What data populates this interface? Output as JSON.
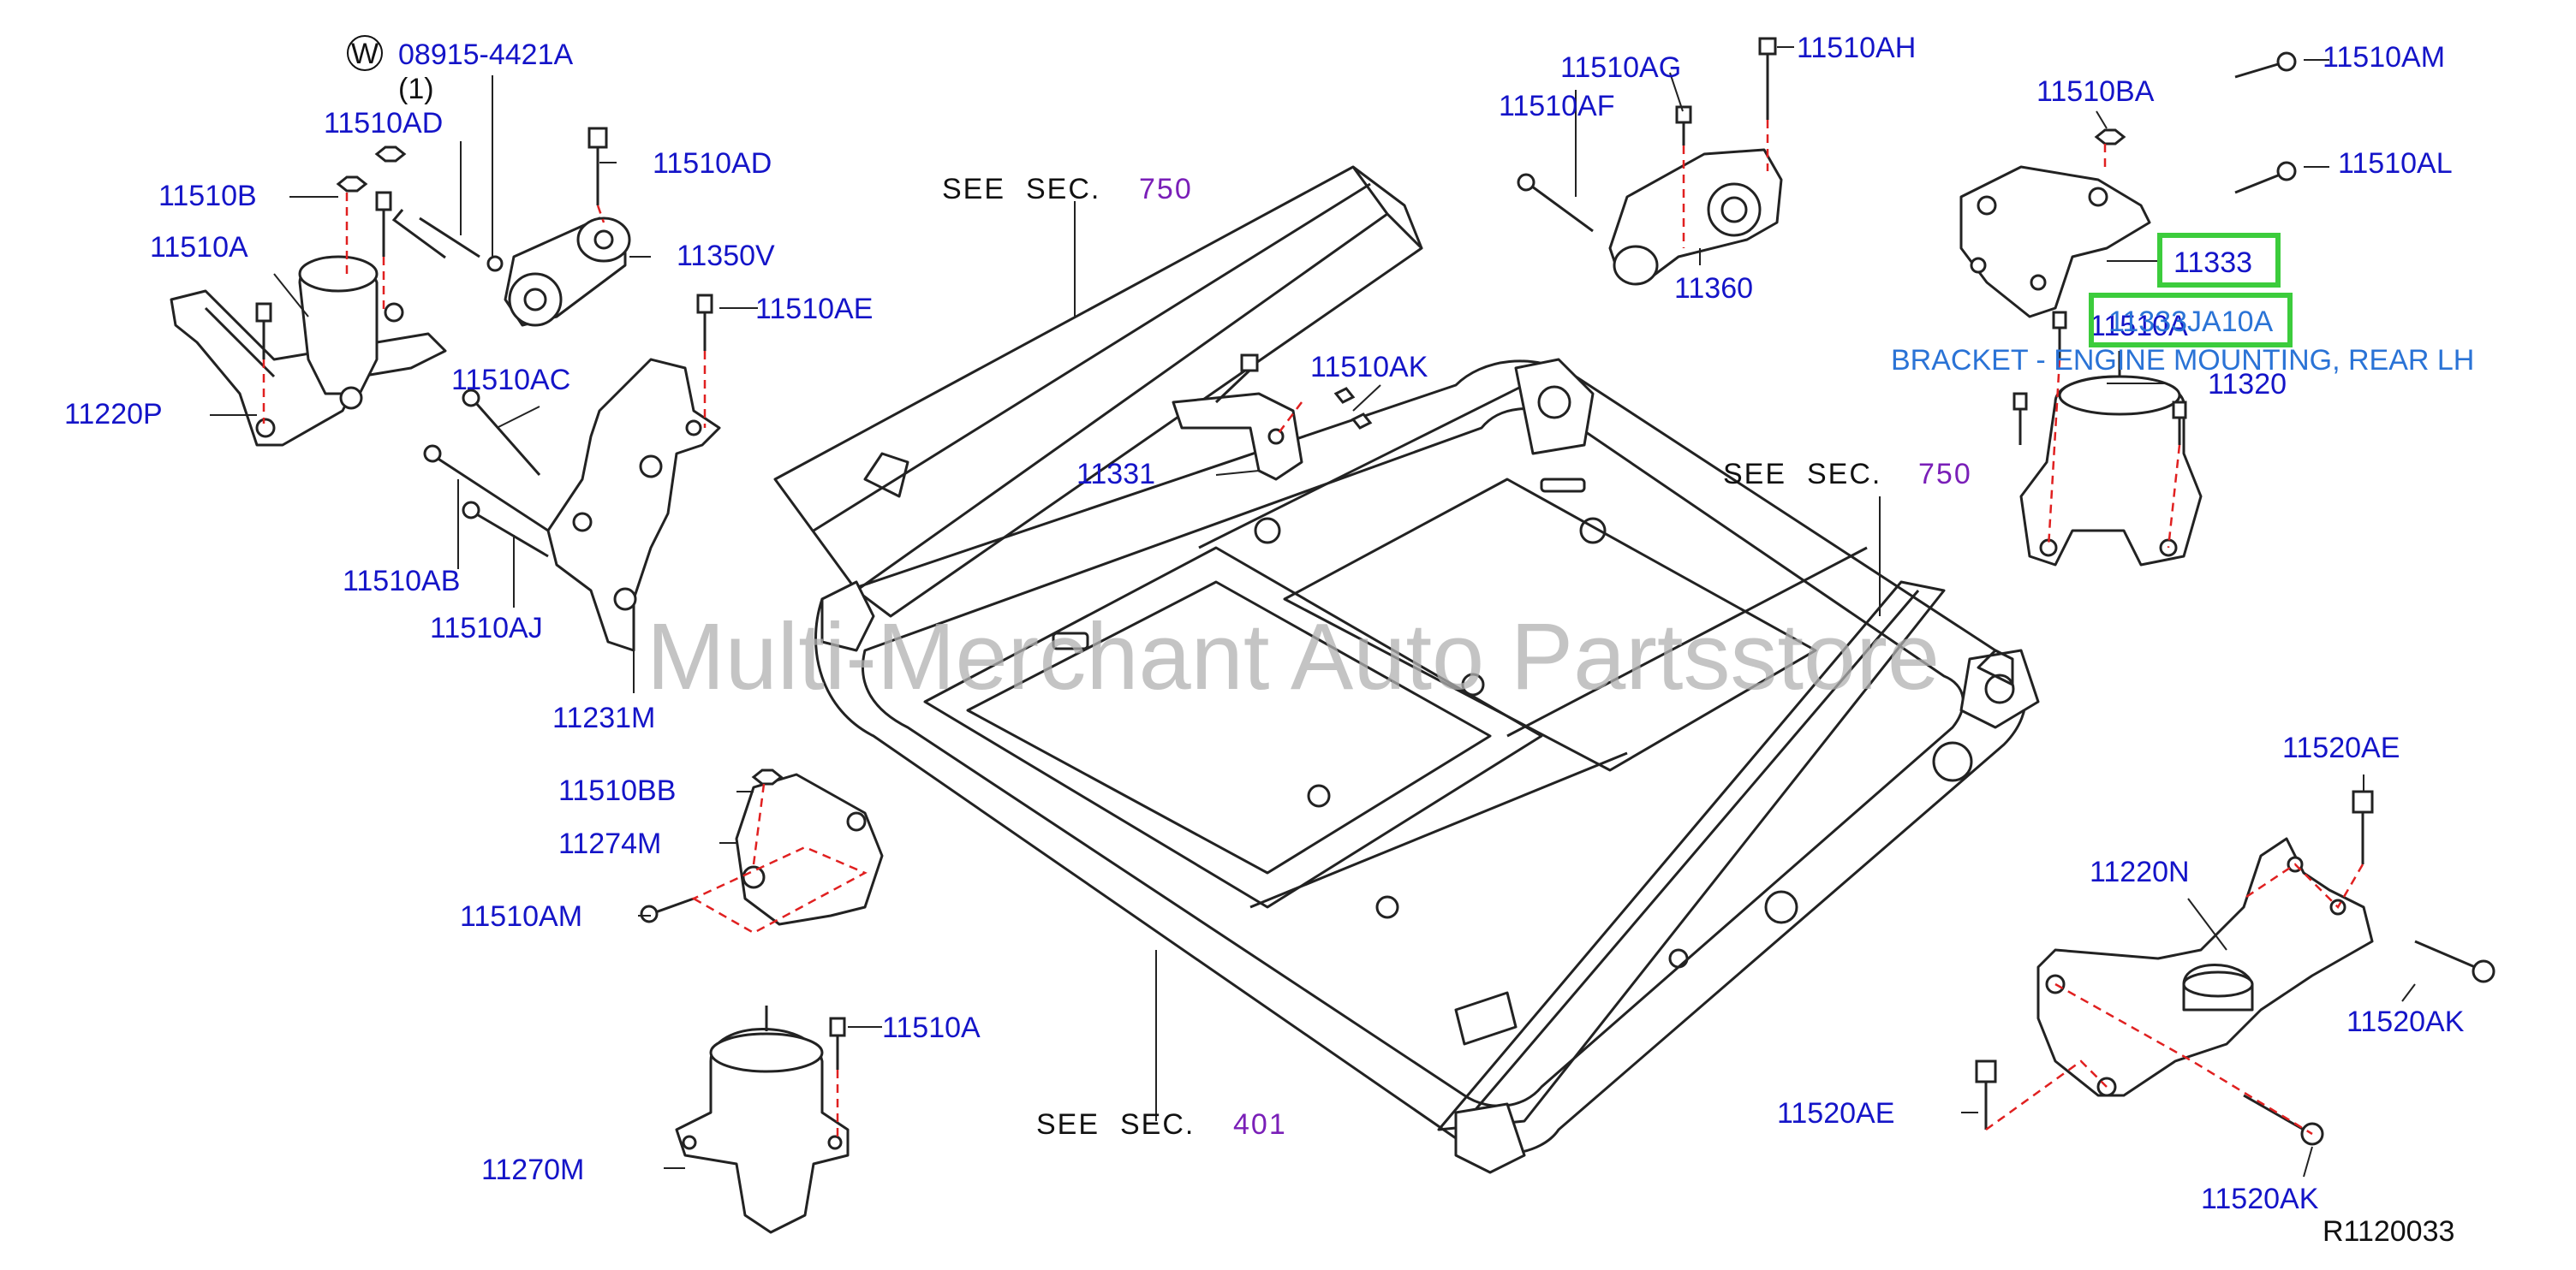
{
  "colors": {
    "label": "#1414c8",
    "section_number": "#7a1fb8",
    "text_black": "#111111",
    "callout_blue": "#2a73d6",
    "highlight": "#3ccc3c",
    "dashed": "#e02020",
    "line": "#222222",
    "watermark": "#b0b0b0"
  },
  "labels": {
    "p08915": "08915-4421A",
    "p08915_qty": "(1)",
    "washer_symbol": "W",
    "p11510AD_top": "11510AD",
    "p11510AD_right": "11510AD",
    "p11510B": "11510B",
    "p11510A_left": "11510A",
    "p11220P": "11220P",
    "p11350V": "11350V",
    "p11510AE": "11510AE",
    "p11510AC": "11510AC",
    "p11510AB": "11510AB",
    "p11510AJ": "11510AJ",
    "p11231M": "11231M",
    "p11510BB": "11510BB",
    "p11274M": "11274M",
    "p11510AM_left": "11510AM",
    "p11510A_bottom": "11510A",
    "p11270M": "11270M",
    "p11510AK": "11510AK",
    "p11331": "11331",
    "p11510AG": "11510AG",
    "p11510AF": "11510AF",
    "p11510AH": "11510AH",
    "p11360": "11360",
    "p11510BA": "11510BA",
    "p11510AM_right": "11510AM",
    "p11510AL": "11510AL",
    "p11333": "11333",
    "p11333JA10A": "11333JA10A",
    "p11510A_right": "11510A",
    "p11320": "11320",
    "bracket_desc": "BRACKET - ENGINE MOUNTING, REAR LH",
    "p11520AE_top": "11520AE",
    "p11220N": "11220N",
    "p11520AK_right": "11520AK",
    "p11520AE_bottom": "11520AE",
    "p11520AK_bottom": "11520AK",
    "ref_code": "R1120033"
  },
  "sections": {
    "see_word": "SEE",
    "sec_word": "SEC.",
    "top_left_number": "750",
    "right_number": "750",
    "bottom_number": "401"
  },
  "watermark": "Multi-Merchant Auto Partsstore"
}
